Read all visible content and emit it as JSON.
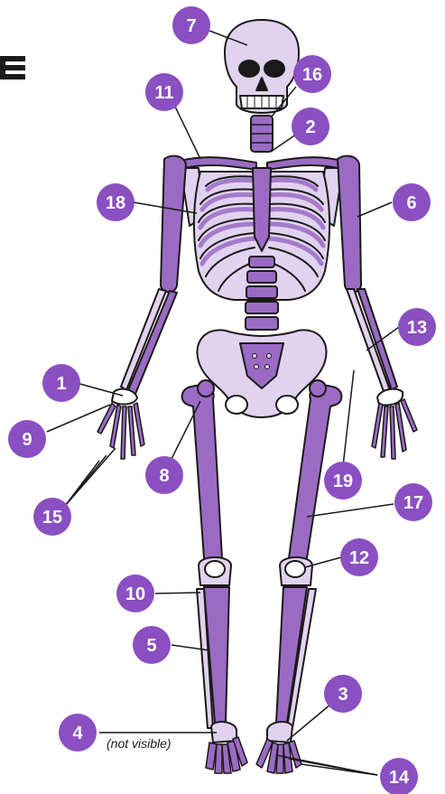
{
  "diagram": {
    "colors": {
      "bone": "#9b6bc4",
      "bone_light": "#e1d2ef",
      "outline": "#1a1a1a",
      "badge": "#8a4fc1",
      "badge_text": "#ffffff"
    },
    "labels": [
      {
        "id": "1",
        "text": "1"
      },
      {
        "id": "2",
        "text": "2"
      },
      {
        "id": "3",
        "text": "3"
      },
      {
        "id": "4",
        "text": "4"
      },
      {
        "id": "5",
        "text": "5"
      },
      {
        "id": "6",
        "text": "6"
      },
      {
        "id": "7",
        "text": "7"
      },
      {
        "id": "8",
        "text": "8"
      },
      {
        "id": "9",
        "text": "9"
      },
      {
        "id": "10",
        "text": "10"
      },
      {
        "id": "11",
        "text": "11"
      },
      {
        "id": "12",
        "text": "12"
      },
      {
        "id": "13",
        "text": "13"
      },
      {
        "id": "14",
        "text": "14"
      },
      {
        "id": "15",
        "text": "15"
      },
      {
        "id": "16",
        "text": "16"
      },
      {
        "id": "17",
        "text": "17"
      },
      {
        "id": "18",
        "text": "18"
      },
      {
        "id": "19",
        "text": "19"
      }
    ],
    "note": "(not visible)"
  }
}
